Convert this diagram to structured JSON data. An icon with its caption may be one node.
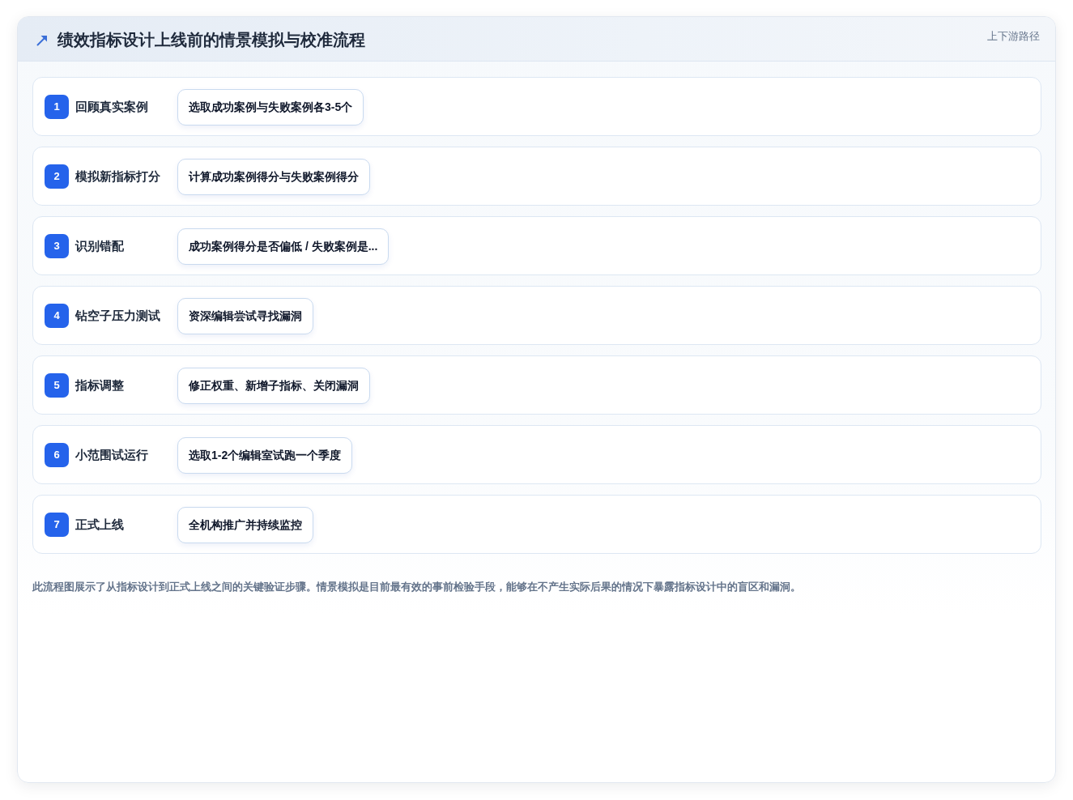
{
  "diagram": {
    "title": "绩效指标设计上线前的情景模拟与校准流程",
    "caption": "此流程图展示了从指标设计到正式上线之间的关键验证步骤。情景模拟是目前最有效的事前检验手段，能够在不产生实际后果的情况下暴露指标设计中的盲区和漏洞。",
    "nodes": [
      {
        "text": [
          "回顾真实案例"
        ]
      },
      {
        "text": [
          "1"
        ],
        "in": 0
      },
      {
        "text": [
          "选取成功案例与失败案例各3-5个"
        ],
        "in": 0
      },
      {
        "text": [
          "模拟新指标打分"
        ]
      },
      {
        "text": [
          "2"
        ],
        "in": 3
      },
      {
        "text": [
          "计算成功案例得分与失败案例得分"
        ],
        "in": 3
      },
      {
        "text": [
          "识别错配"
        ]
      },
      {
        "text": [
          "3"
        ],
        "in": 6
      },
      {
        "text": [
          "成功案例得分是否偏低 / 失败案例是..."
        ],
        "in": 6
      },
      {
        "text": [
          "钻空子压力测试"
        ]
      },
      {
        "text": [
          "4"
        ],
        "in": 9
      },
      {
        "text": [
          "资深编辑尝试寻找漏洞"
        ],
        "in": 9
      },
      {
        "text": [
          "指标调整"
        ]
      },
      {
        "text": [
          "5"
        ],
        "in": 12
      },
      {
        "text": [
          "修正权重、新增子指标、关闭漏洞"
        ],
        "in": 12
      },
      {
        "text": [
          "小范围试运行"
        ]
      },
      {
        "text": [
          "6"
        ],
        "in": 15
      },
      {
        "text": [
          "选取1-2个编辑室试跑一个季度"
        ],
        "in": 15
      },
      {
        "text": [
          "正式上线"
        ]
      },
      {
        "text": [
          "7"
        ],
        "in": 18
      },
      {
        "text": [
          "全机构推广并持续监控"
        ],
        "in": 18
      }
    ],
    "labels": [
      "上下游路径"
    ]
  }
}
